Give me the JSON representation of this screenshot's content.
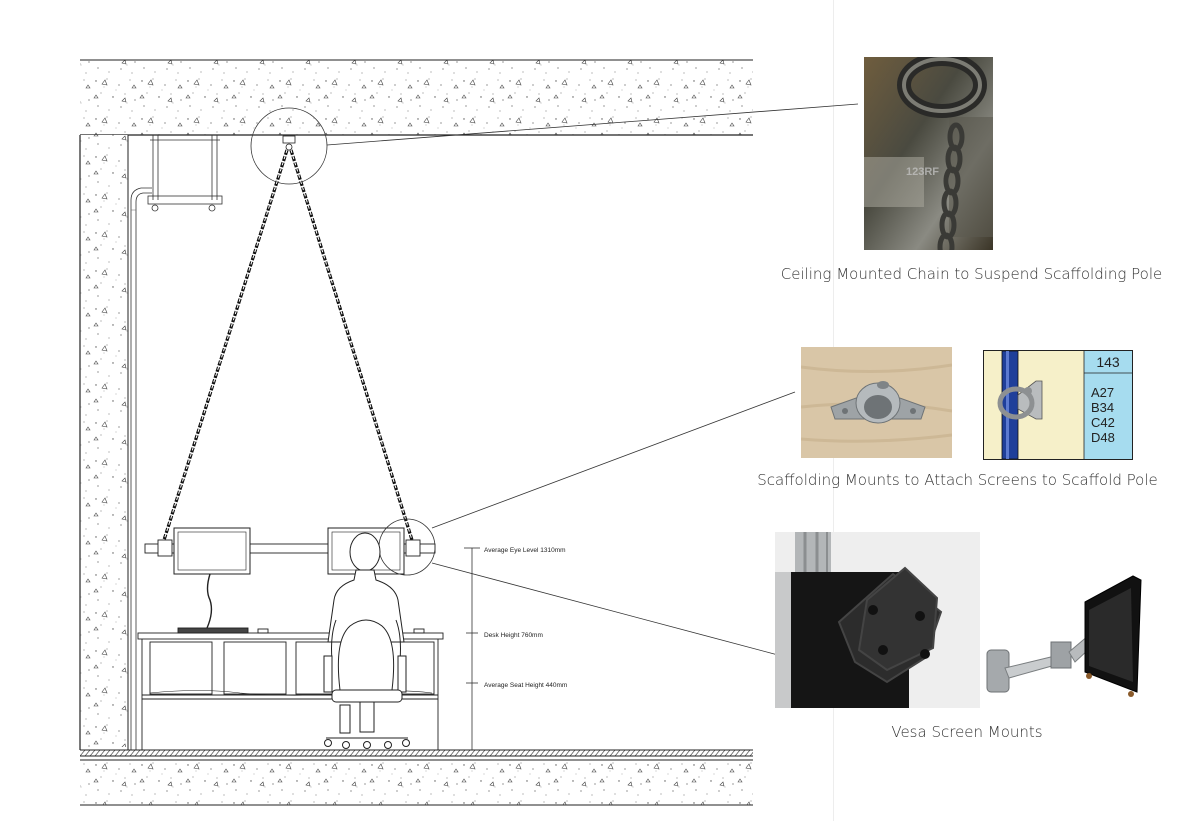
{
  "annotations": {
    "eye_level": "Average Eye Level 1310mm",
    "desk_height": "Desk Height 760mm",
    "seat_height": "Average Seat Height 440mm"
  },
  "captions": {
    "chain": "Ceiling Mounted Chain to Suspend Scaffolding Pole",
    "scaffold_mounts": "Scaffolding Mounts to Attach Screens to Scaffold Pole",
    "vesa": "Vesa Screen Mounts"
  },
  "chain_photo": {
    "watermark": "123RF"
  },
  "clamp_table": {
    "header": "143",
    "rows": [
      "A27",
      "B34",
      "C42",
      "D48"
    ]
  },
  "colors": {
    "clamp_panel": "#a6dcef",
    "pole_blue": "#1f3f9a",
    "background": "#ffffff"
  }
}
